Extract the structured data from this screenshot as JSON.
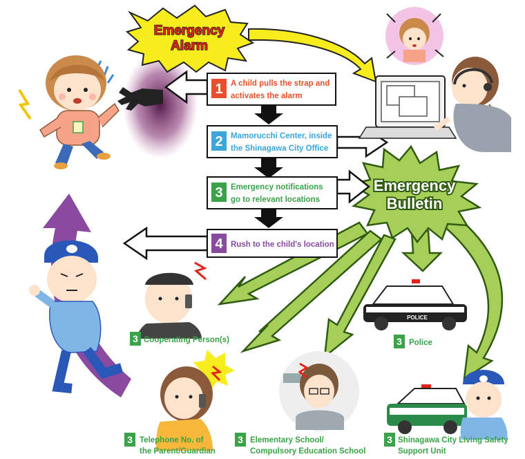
{
  "alarm": {
    "line1": "Emergency",
    "line2": "Alarm"
  },
  "bulletin": {
    "line1": "Emergency",
    "line2": "Bulletin"
  },
  "steps": [
    {
      "num": "1",
      "line1": "A child pulls the strap and",
      "line2": "activates the alarm",
      "color": "#e8502d"
    },
    {
      "num": "2",
      "line1": "Mamorucchi Center, inside",
      "line2": "the Shinagawa City Office",
      "color": "#3aa6d9"
    },
    {
      "num": "3",
      "line1": "Emergency notifications",
      "line2": "go to relevant locations",
      "color": "#3aa34a"
    },
    {
      "num": "4",
      "line1": "Rush to the child's location",
      "line2": "",
      "color": "#8a4aa0"
    }
  ],
  "recipients": [
    {
      "num": "3",
      "line1": "Cooperating Person(s)",
      "line2": ""
    },
    {
      "num": "3",
      "line1": "Police",
      "line2": ""
    },
    {
      "num": "3",
      "line1": "Telephone No. of",
      "line2": "the Parent/Guardian"
    },
    {
      "num": "3",
      "line1": "Elementary School/",
      "line2": "Compulsory Education School"
    },
    {
      "num": "3",
      "line1": "Shinagawa City Living Safety",
      "line2": "Support Unit"
    }
  ],
  "police_car_text": "POLICE",
  "colors": {
    "alarm_yellow": "#f7ec1e",
    "alarm_red": "#e2231a",
    "bulletin_green": "#8bc34a",
    "step_green": "#3aa34a",
    "purple": "#8a4aa0"
  },
  "icons": [
    "child-icon",
    "hand-icon",
    "operator-icon",
    "worried-child-icon",
    "guard-icon",
    "cooperator-icon",
    "parent-icon",
    "teacher-icon",
    "police-car-icon",
    "patrol-car-icon",
    "patrol-officer-icon"
  ]
}
